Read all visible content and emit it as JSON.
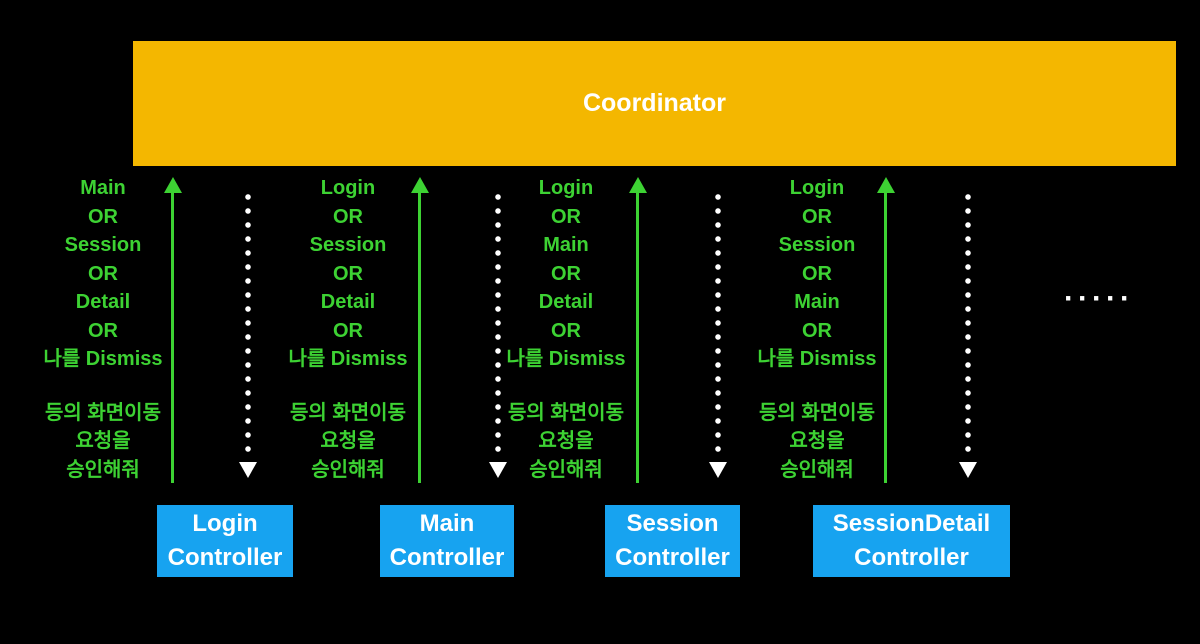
{
  "diagram": {
    "coordinator_label": "Coordinator",
    "more_indicator": "·····",
    "colors": {
      "background": "#000000",
      "coordinator_bg": "#F4B700",
      "controller_bg": "#17A3F0",
      "request_text_green": "#3DD233",
      "up_arrow_green": "#3DD233",
      "down_arrow_white": "#FFFFFF",
      "label_text_white": "#FFFFFF"
    },
    "columns": [
      {
        "request_lines": [
          "Main",
          "OR",
          "Session",
          "OR",
          "Detail",
          "OR",
          "나를 Dismiss"
        ],
        "footer_lines": [
          "등의 화면이동",
          "요청을",
          "승인해줘"
        ],
        "controller_lines": [
          "Login",
          "Controller"
        ]
      },
      {
        "request_lines": [
          "Login",
          "OR",
          "Session",
          "OR",
          "Detail",
          "OR",
          "나를 Dismiss"
        ],
        "footer_lines": [
          "등의 화면이동",
          "요청을",
          "승인해줘"
        ],
        "controller_lines": [
          "Main",
          "Controller"
        ]
      },
      {
        "request_lines": [
          "Login",
          "OR",
          "Main",
          "OR",
          "Detail",
          "OR",
          "나를 Dismiss"
        ],
        "footer_lines": [
          "등의 화면이동",
          "요청을",
          "승인해줘"
        ],
        "controller_lines": [
          "Session",
          "Controller"
        ]
      },
      {
        "request_lines": [
          "Login",
          "OR",
          "Session",
          "OR",
          "Main",
          "OR",
          "나를 Dismiss"
        ],
        "footer_lines": [
          "등의 화면이동",
          "요청을",
          "승인해줘"
        ],
        "controller_lines": [
          "SessionDetail",
          "Controller"
        ]
      }
    ]
  }
}
